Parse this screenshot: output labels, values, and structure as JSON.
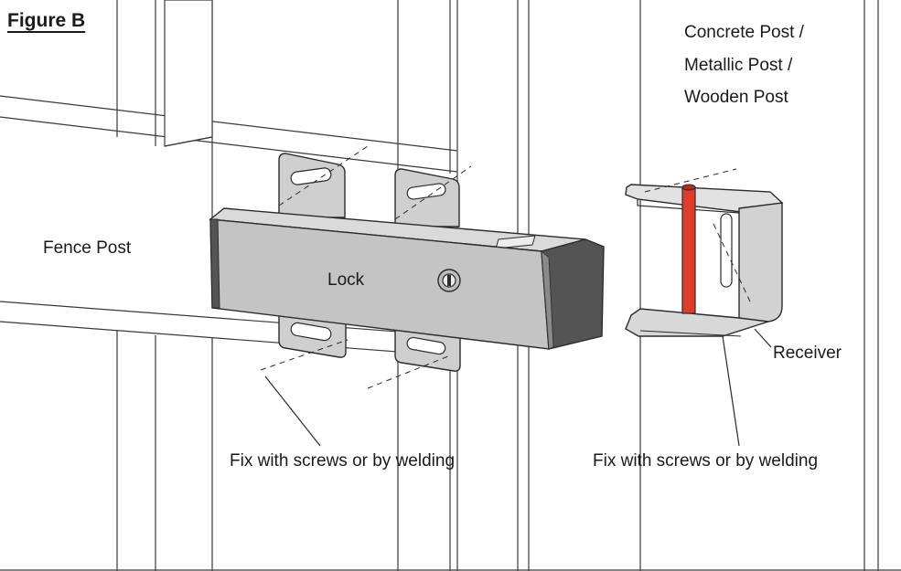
{
  "figure": {
    "title": "Figure B",
    "labels": {
      "post_line1": "Concrete Post /",
      "post_line2": "Metallic Post /",
      "post_line3": "Wooden Post",
      "fence_post": "Fence Post",
      "lock": "Lock",
      "receiver": "Receiver",
      "fix_left": "Fix with screws or by welding",
      "fix_right": "Fix with screws or by welding"
    }
  },
  "colors": {
    "outline": "#2b2b2b",
    "body_gray": "#c4c4c4",
    "top_face": "#dadada",
    "end_cap": "#545454",
    "plate_gray": "#cfcfcf",
    "receiver_gray": "#d8d8d8",
    "pin_red": "#e03c2a"
  }
}
